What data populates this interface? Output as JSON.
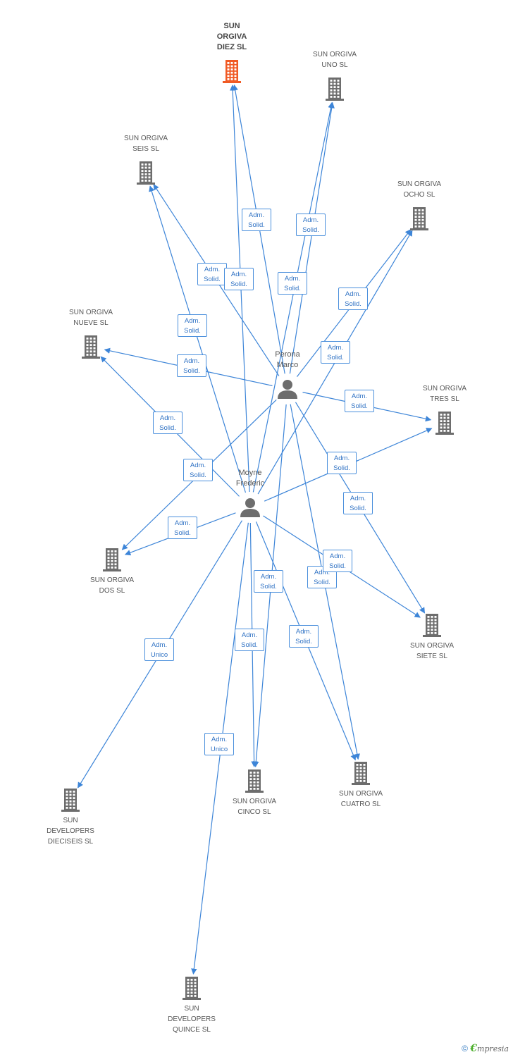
{
  "colors": {
    "edge": "#3d85d8",
    "company": "#6d6d6d",
    "company_highlight": "#f05a24",
    "person": "#6d6d6d"
  },
  "companies": [
    {
      "id": "diez",
      "lines": [
        "SUN",
        "ORGIVA",
        "DIEZ SL"
      ],
      "highlight": true
    },
    {
      "id": "uno",
      "lines": [
        "SUN ORGIVA",
        "UNO SL"
      ]
    },
    {
      "id": "seis",
      "lines": [
        "SUN ORGIVA",
        "SEIS SL"
      ]
    },
    {
      "id": "ocho",
      "lines": [
        "SUN ORGIVA",
        "OCHO SL"
      ]
    },
    {
      "id": "nueve",
      "lines": [
        "SUN ORGIVA",
        "NUEVE SL"
      ]
    },
    {
      "id": "tres",
      "lines": [
        "SUN ORGIVA",
        "TRES SL"
      ]
    },
    {
      "id": "dos",
      "lines": [
        "SUN ORGIVA",
        "DOS SL"
      ]
    },
    {
      "id": "siete",
      "lines": [
        "SUN ORGIVA",
        "SIETE SL"
      ]
    },
    {
      "id": "cinco",
      "lines": [
        "SUN ORGIVA",
        "CINCO SL"
      ]
    },
    {
      "id": "cuatro",
      "lines": [
        "SUN ORGIVA",
        "CUATRO SL"
      ]
    },
    {
      "id": "dieciseis",
      "lines": [
        "SUN",
        "DEVELOPERS",
        "DIECISEIS SL"
      ]
    },
    {
      "id": "quince",
      "lines": [
        "SUN",
        "DEVELOPERS",
        "QUINCE SL"
      ]
    }
  ],
  "persons": [
    {
      "id": "perona",
      "lines": [
        "Perona",
        "Marco"
      ]
    },
    {
      "id": "moyne",
      "lines": [
        "Moyne",
        "Frederic"
      ]
    }
  ],
  "edges": [
    {
      "from": "perona",
      "to": "diez",
      "role": [
        "Adm.",
        "Solid."
      ]
    },
    {
      "from": "perona",
      "to": "uno",
      "role": [
        "Adm.",
        "Solid."
      ]
    },
    {
      "from": "perona",
      "to": "seis",
      "role": [
        "Adm.",
        "Solid."
      ]
    },
    {
      "from": "perona",
      "to": "ocho",
      "role": [
        "Adm.",
        "Solid."
      ]
    },
    {
      "from": "perona",
      "to": "nueve",
      "role": [
        "Adm.",
        "Solid."
      ]
    },
    {
      "from": "perona",
      "to": "tres",
      "role": [
        "Adm.",
        "Solid."
      ]
    },
    {
      "from": "perona",
      "to": "dos",
      "role": [
        "Adm.",
        "Solid."
      ]
    },
    {
      "from": "perona",
      "to": "siete",
      "role": [
        "Adm.",
        "Solid."
      ]
    },
    {
      "from": "perona",
      "to": "cinco",
      "role": [
        "Adm.",
        "Solid."
      ]
    },
    {
      "from": "perona",
      "to": "cuatro",
      "role": [
        "Adm.",
        "Solid."
      ]
    },
    {
      "from": "moyne",
      "to": "diez",
      "role": [
        "Adm.",
        "Solid."
      ]
    },
    {
      "from": "moyne",
      "to": "uno",
      "role": [
        "Adm.",
        "Solid."
      ]
    },
    {
      "from": "moyne",
      "to": "seis",
      "role": [
        "Adm.",
        "Solid."
      ]
    },
    {
      "from": "moyne",
      "to": "ocho",
      "role": [
        "Adm.",
        "Solid."
      ]
    },
    {
      "from": "moyne",
      "to": "nueve",
      "role": [
        "Adm.",
        "Solid."
      ]
    },
    {
      "from": "moyne",
      "to": "tres",
      "role": [
        "Adm.",
        "Solid."
      ]
    },
    {
      "from": "moyne",
      "to": "dos",
      "role": [
        "Adm.",
        "Solid."
      ]
    },
    {
      "from": "moyne",
      "to": "siete",
      "role": [
        "Adm.",
        "Solid."
      ]
    },
    {
      "from": "moyne",
      "to": "cinco",
      "role": [
        "Adm.",
        "Solid."
      ]
    },
    {
      "from": "moyne",
      "to": "cuatro",
      "role": [
        "Adm.",
        "Solid."
      ]
    },
    {
      "from": "moyne",
      "to": "dieciseis",
      "role": [
        "Adm.",
        "Unico"
      ]
    },
    {
      "from": "moyne",
      "to": "quince",
      "role": [
        "Adm.",
        "Unico"
      ]
    }
  ],
  "footer": {
    "copyright": "©",
    "brand_initial": "€",
    "brand_rest": "mpresia"
  }
}
